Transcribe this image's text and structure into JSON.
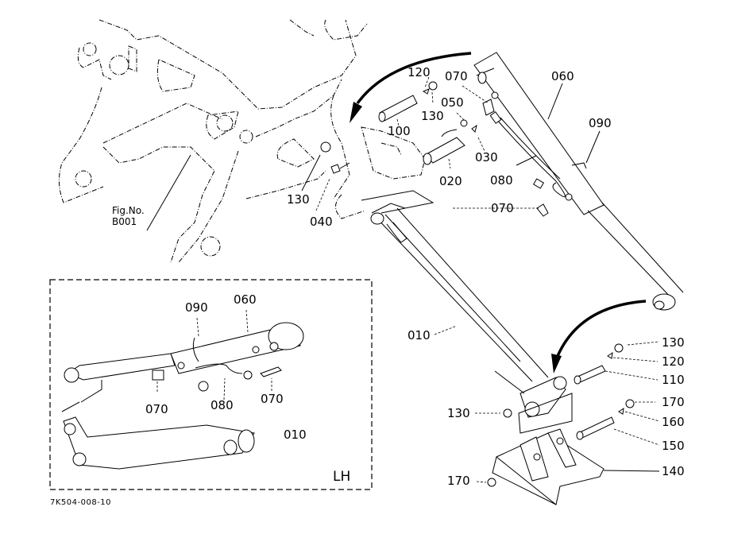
{
  "diagram": {
    "figure_ref": {
      "line1": "Fig.No.",
      "line2": "B001"
    },
    "drawing_code": "7K504-008-10",
    "inset_label": "LH",
    "callouts_main": [
      {
        "id": "120a",
        "text": "120"
      },
      {
        "id": "130a",
        "text": "130"
      },
      {
        "id": "100",
        "text": "100"
      },
      {
        "id": "070a",
        "text": "070"
      },
      {
        "id": "050",
        "text": "050"
      },
      {
        "id": "030",
        "text": "030"
      },
      {
        "id": "020",
        "text": "020"
      },
      {
        "id": "060",
        "text": "060"
      },
      {
        "id": "090",
        "text": "090"
      },
      {
        "id": "080",
        "text": "080"
      },
      {
        "id": "070b",
        "text": "070"
      },
      {
        "id": "130b",
        "text": "130"
      },
      {
        "id": "040",
        "text": "040"
      },
      {
        "id": "010",
        "text": "010"
      },
      {
        "id": "130c",
        "text": "130"
      },
      {
        "id": "120b",
        "text": "120"
      },
      {
        "id": "110",
        "text": "110"
      },
      {
        "id": "170a",
        "text": "170"
      },
      {
        "id": "160",
        "text": "160"
      },
      {
        "id": "150",
        "text": "150"
      },
      {
        "id": "140",
        "text": "140"
      },
      {
        "id": "130d",
        "text": "130"
      },
      {
        "id": "170b",
        "text": "170"
      }
    ],
    "callouts_inset": [
      {
        "id": "090",
        "text": "090"
      },
      {
        "id": "060",
        "text": "060"
      },
      {
        "id": "070a",
        "text": "070"
      },
      {
        "id": "080",
        "text": "080"
      },
      {
        "id": "070b",
        "text": "070"
      },
      {
        "id": "010",
        "text": "010"
      }
    ]
  }
}
